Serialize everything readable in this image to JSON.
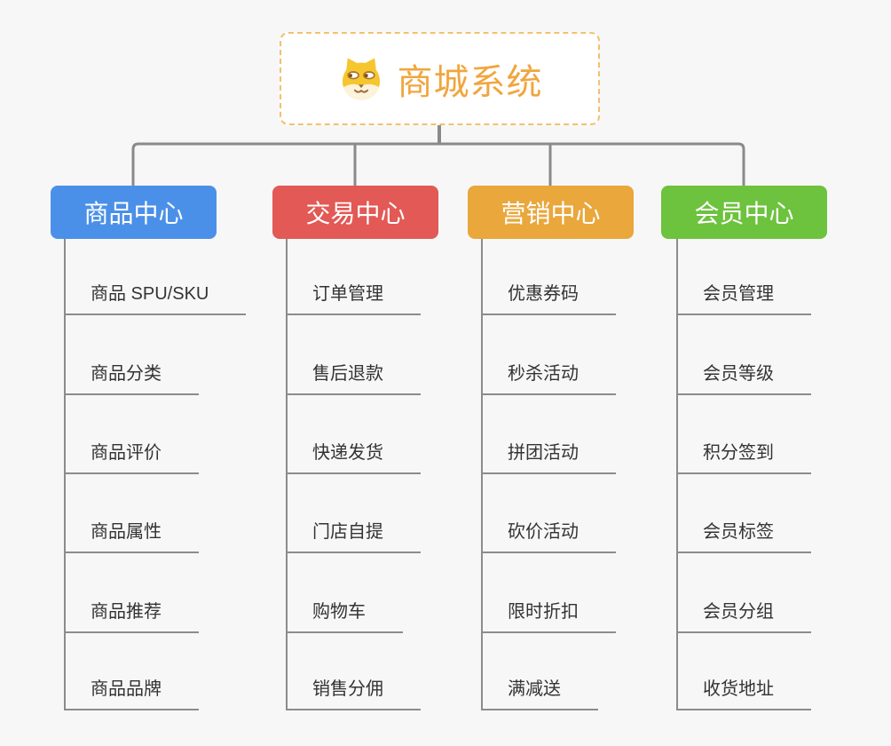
{
  "root": {
    "title": "商城系统",
    "icon": "dog-face-icon"
  },
  "colors": {
    "background": "#f7f7f7",
    "root_accent": "#f0a63e",
    "root_border": "#f3c06e",
    "connector": "#8a8a8a",
    "child_text": "#333333",
    "child_underline": "#8c8c8c"
  },
  "branches": [
    {
      "label": "商品中心",
      "color": "#4b90e8",
      "items": [
        "商品 SPU/SKU",
        "商品分类",
        "商品评价",
        "商品属性",
        "商品推荐",
        "商品品牌"
      ]
    },
    {
      "label": "交易中心",
      "color": "#e25955",
      "items": [
        "订单管理",
        "售后退款",
        "快递发货",
        "门店自提",
        "购物车",
        "销售分佣"
      ]
    },
    {
      "label": "营销中心",
      "color": "#e9a73c",
      "items": [
        "优惠券码",
        "秒杀活动",
        "拼团活动",
        "砍价活动",
        "限时折扣",
        "满减送"
      ]
    },
    {
      "label": "会员中心",
      "color": "#6dc23e",
      "items": [
        "会员管理",
        "会员等级",
        "积分签到",
        "会员标签",
        "会员分组",
        "收货地址"
      ]
    }
  ]
}
